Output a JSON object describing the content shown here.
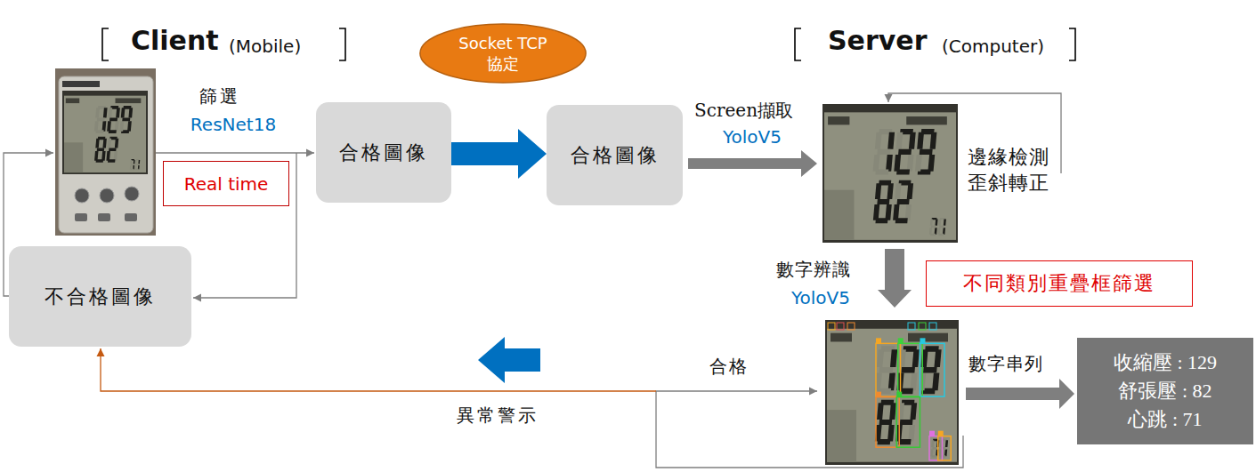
{
  "diagram": {
    "nodes": [
      {
        "text": [
          "Socket TCP 協定"
        ]
      },
      {
        "text": [
          "合格圖像"
        ]
      },
      {
        "text": [
          "合格圖像"
        ]
      },
      {
        "text": [
          "Real time"
        ]
      },
      {
        "text": [
          "不合格圖像"
        ]
      },
      {
        "text": [
          "不同類別重疊框篩選"
        ]
      },
      {
        "text": [
          "收縮壓 : 129",
          "舒張壓 : 82",
          "心跳 : 71"
        ]
      }
    ],
    "edges": [
      {
        "from": 1,
        "to": 2,
        "arrow": "to"
      }
    ],
    "labels": [
      "Client",
      "(Mobile)",
      "Server",
      "(Computer)",
      "篩選",
      "ResNet18",
      "Screen擷取",
      "YoloV5",
      "邊緣檢測 歪斜轉正",
      "數字辨識",
      "YoloV5",
      "數字串列",
      "合格",
      "異常警示"
    ]
  }
}
